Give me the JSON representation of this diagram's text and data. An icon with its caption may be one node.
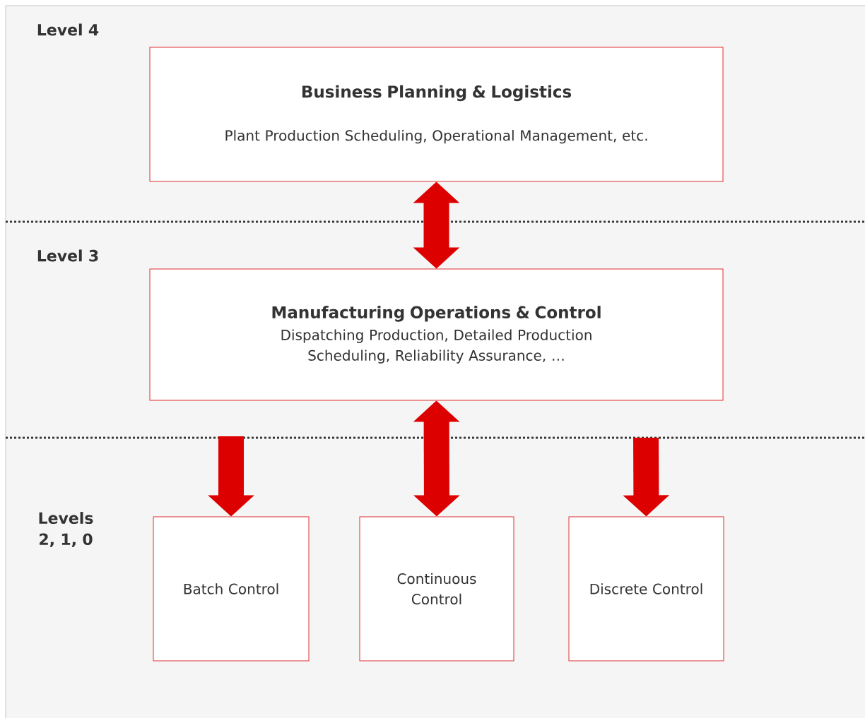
{
  "diagram": {
    "nodes": [
      {
        "text": [
          "Business Planning & Logistics",
          "Plant Production Scheduling, Operational Management, etc."
        ]
      },
      {
        "text": [
          "Manufacturing Operations & Control",
          "Dispatching Production, Detailed Production Scheduling, Reliability Assurance, …"
        ]
      },
      {
        "text": [
          "Batch Control"
        ]
      },
      {
        "text": [
          "Continuous Control"
        ]
      },
      {
        "text": [
          "Discrete Control"
        ]
      }
    ],
    "edges": [
      {
        "from": 0,
        "to": 1,
        "arrow": "both"
      },
      {
        "from": 1,
        "to": 3,
        "arrow": "both"
      },
      {
        "from": null,
        "to": 2,
        "arrow": "to"
      },
      {
        "from": null,
        "to": 4,
        "arrow": "to"
      }
    ],
    "labels": [
      "Level 4",
      "Level 3",
      "Levels 2, 1, 0"
    ]
  }
}
